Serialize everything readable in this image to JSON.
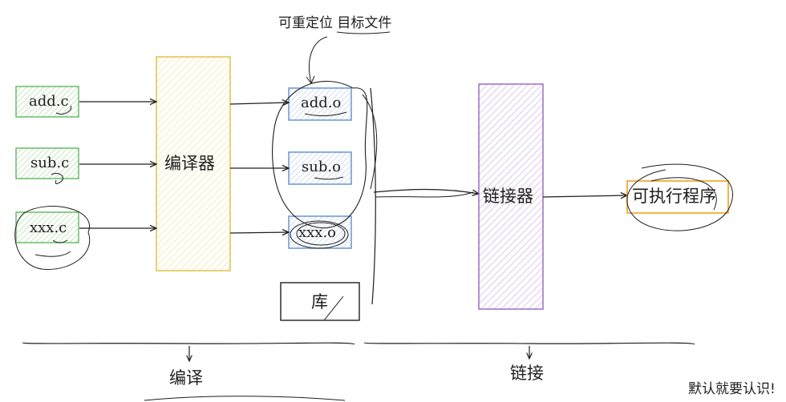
{
  "diagram": {
    "annotation_top": "可重定位 目标文件",
    "sources": [
      "add.c",
      "sub.c",
      "xxx.c"
    ],
    "compiler": "编译器",
    "objects": [
      "add.o",
      "sub.o",
      "xxx.o"
    ],
    "library": "库",
    "linker": "链接器",
    "executable": "可执行程序",
    "stage_compile": "编译",
    "stage_link": "链接",
    "note": "默认就要认识!"
  },
  "colors": {
    "source_border": "#5fb85f",
    "source_fill": "#c8e8c0",
    "compiler_border": "#e0c24a",
    "compiler_fill": "#fbefc3",
    "object_border": "#5f8fcf",
    "object_fill": "#cfe0f4",
    "linker_border": "#9b6fc2",
    "linker_fill": "#e2d2f0",
    "executable_border": "#f0a020",
    "ink": "#1e1e1e"
  }
}
